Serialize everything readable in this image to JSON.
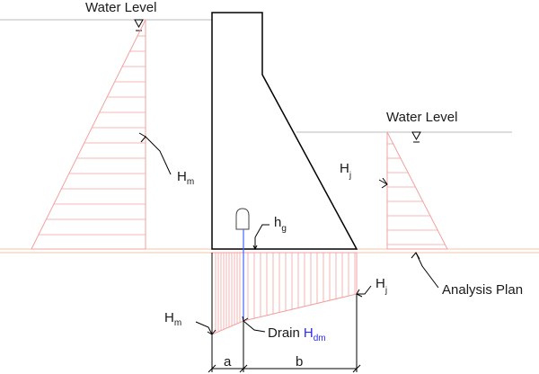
{
  "labels": {
    "water_level_upstream": "Water Level",
    "water_level_downstream": "Water Level",
    "hm_upstream": {
      "main": "H",
      "sub": "m"
    },
    "hj_downstream": {
      "main": "H",
      "sub": "j"
    },
    "hg": {
      "main": "h",
      "sub": "g"
    },
    "hj_uplift": {
      "main": "H",
      "sub": "j"
    },
    "hm_uplift": {
      "main": "H",
      "sub": "m"
    },
    "drain": "Drain",
    "hdm": {
      "main": "H",
      "sub": "dm"
    },
    "analysis_plan": "Analysis Plan",
    "dim_a": "a",
    "dim_b": "b"
  },
  "colors": {
    "structure": "#000000",
    "pressure_hatch": "#f2a0a0",
    "guide_line": "#bbbbbb",
    "drain_line": "#4466ff",
    "hdm_text": "#2a2aff",
    "text": "#1a1a1a"
  }
}
